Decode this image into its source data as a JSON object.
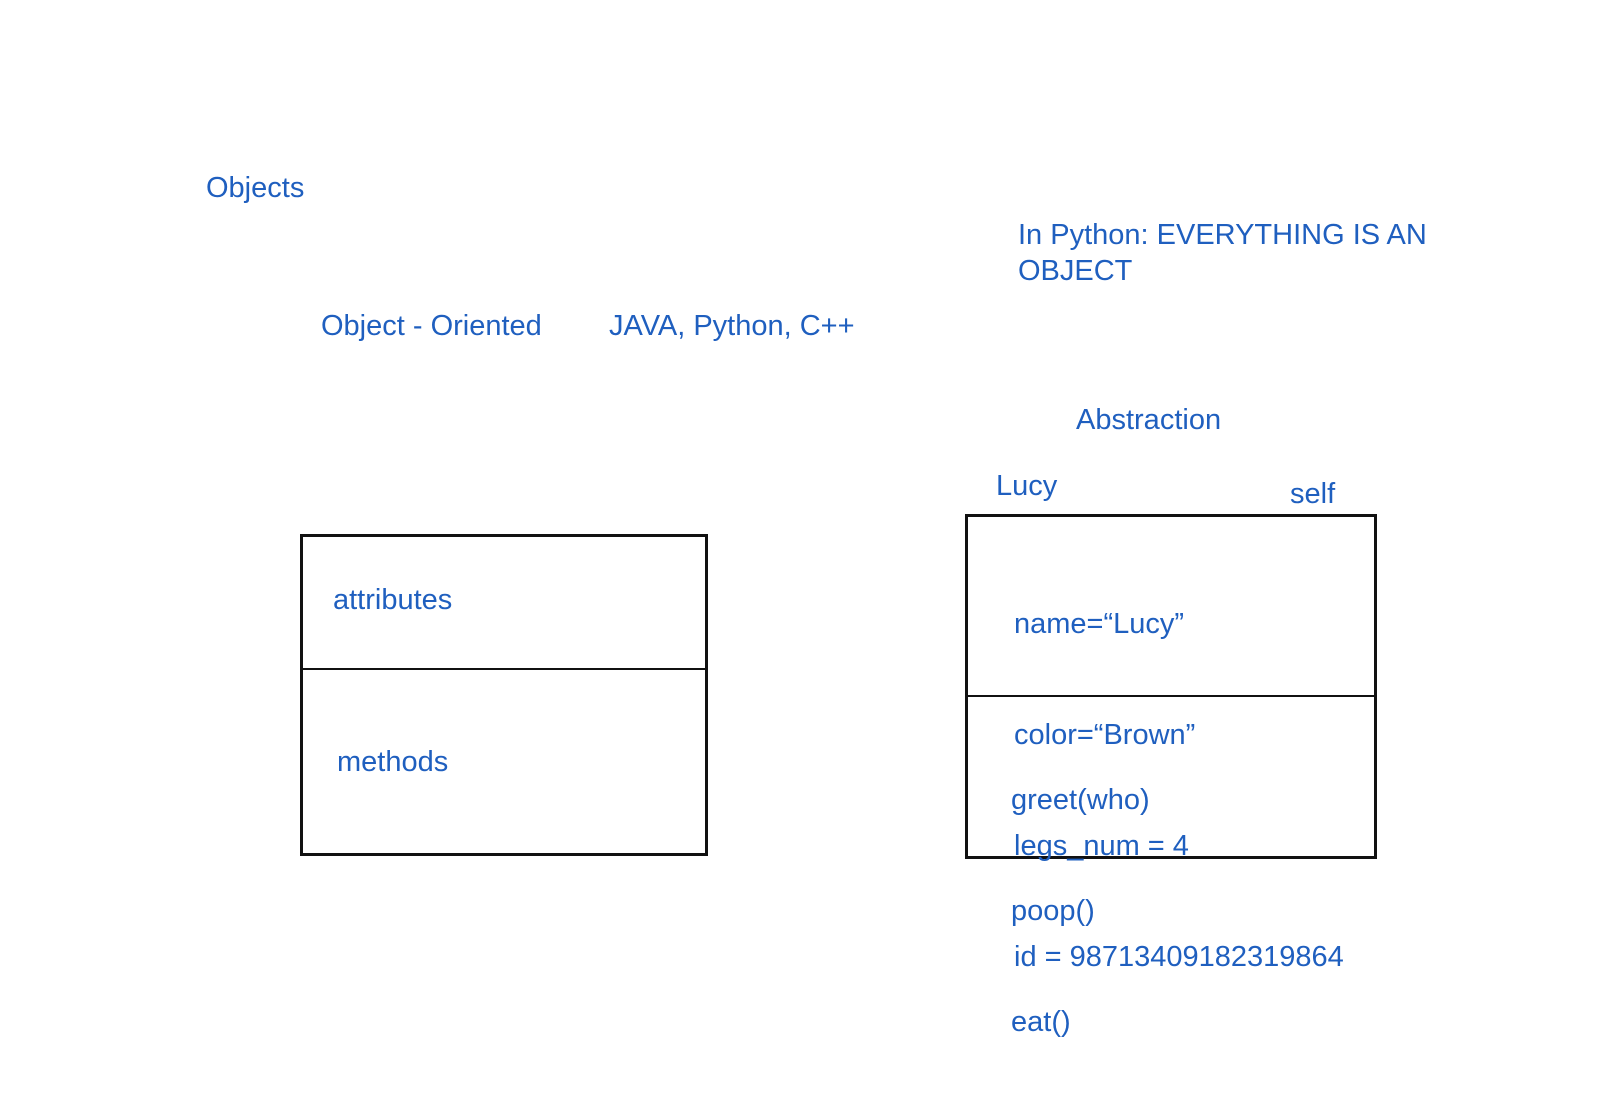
{
  "notes": {
    "objects": "Objects",
    "python_everything_line1": "In Python: EVERYTHING IS AN",
    "python_everything_line2": "OBJECT",
    "object_oriented": "Object - Oriented",
    "languages": "JAVA, Python, C++",
    "abstraction": "Abstraction",
    "lucy": "Lucy",
    "self": "self"
  },
  "generic_class": {
    "attributes_label": "attributes",
    "methods_label": "methods"
  },
  "lucy_object": {
    "attributes": [
      "name=“Lucy”",
      "color=“Brown”",
      "legs_num = 4",
      "id = 98713409182319864"
    ],
    "methods": [
      "greet(who)",
      "poop()",
      "eat()"
    ]
  },
  "colors": {
    "text": "#1f5fbf",
    "border": "#111111",
    "background": "#ffffff"
  }
}
